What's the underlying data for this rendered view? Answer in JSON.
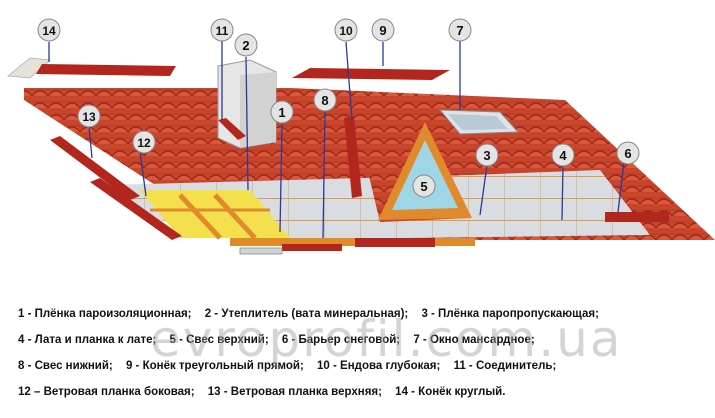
{
  "callouts": [
    {
      "num": "1"
    },
    {
      "num": "2"
    },
    {
      "num": "3"
    },
    {
      "num": "4"
    },
    {
      "num": "5"
    },
    {
      "num": "6"
    },
    {
      "num": "7"
    },
    {
      "num": "8"
    },
    {
      "num": "9"
    },
    {
      "num": "10"
    },
    {
      "num": "11"
    },
    {
      "num": "12"
    },
    {
      "num": "13"
    },
    {
      "num": "14"
    }
  ],
  "legend": {
    "line1": [
      "1 - Плёнка пароизоляционная;",
      "2 - Утеплитель (вата минеральная);",
      "3 - Плёнка паропропускающая;"
    ],
    "line2": [
      "4 - Лата и планка к лате;",
      "5 - Свес верхний;",
      "6 - Барьер снеговой;",
      "7 - Окно мансардное;"
    ],
    "line3": [
      "8 - Свес нижний;",
      "9 - Конёк треугольный прямой;",
      "10 - Ендова глубокая;",
      "11 - Соединитель;"
    ],
    "line4": [
      "12 – Ветровая планка боковая;",
      "13 - Ветровая планка верхняя;",
      "14 - Конёк круглый."
    ]
  },
  "watermark": "evroprofil.com.ua",
  "colors": {
    "tile": "#c0392b",
    "tile_dark": "#8e1b12",
    "membrane": "#d8dce0",
    "insulation": "#f4e04d",
    "timber": "#e08a2c",
    "callout_fill": "#e4e4e4",
    "leader": "#2a3a9a"
  }
}
